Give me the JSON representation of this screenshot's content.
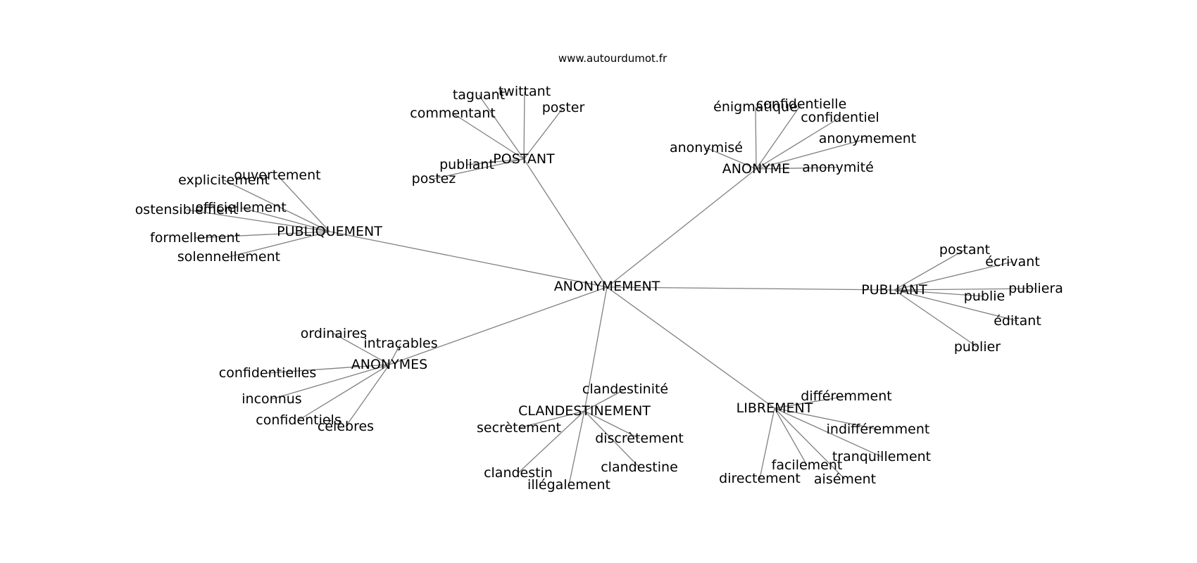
{
  "source": "www.autourdumot.fr",
  "center": "ANONYMEMENT",
  "colors": {
    "edge": "#808080",
    "text": "#000000",
    "background": "#ffffff"
  },
  "clusters": [
    {
      "hub": "POSTANT",
      "words": [
        "taguant",
        "twittant",
        "poster",
        "commentant",
        "publiant",
        "postez"
      ]
    },
    {
      "hub": "ANONYME",
      "words": [
        "énigmatique",
        "confidentielle",
        "confidentiel",
        "anonymement",
        "anonymisé",
        "anonymité"
      ]
    },
    {
      "hub": "PUBLIQUEMENT",
      "words": [
        "ouvertement",
        "explicitement",
        "officiellement",
        "ostensiblement",
        "formellement",
        "solennellement"
      ]
    },
    {
      "hub": "PUBLIANT",
      "words": [
        "postant",
        "écrivant",
        "publiera",
        "publie",
        "éditant",
        "publier"
      ]
    },
    {
      "hub": "ANONYMES",
      "words": [
        "ordinaires",
        "intraçables",
        "confidentielles",
        "inconnus",
        "confidentiels",
        "célèbres"
      ]
    },
    {
      "hub": "CLANDESTINEMENT",
      "words": [
        "clandestinité",
        "secrètement",
        "discrètement",
        "clandestine",
        "clandestin",
        "illégalement"
      ]
    },
    {
      "hub": "LIBREMENT",
      "words": [
        "différemment",
        "indifféremment",
        "tranquillement",
        "facilement",
        "aisément",
        "directement"
      ]
    }
  ]
}
